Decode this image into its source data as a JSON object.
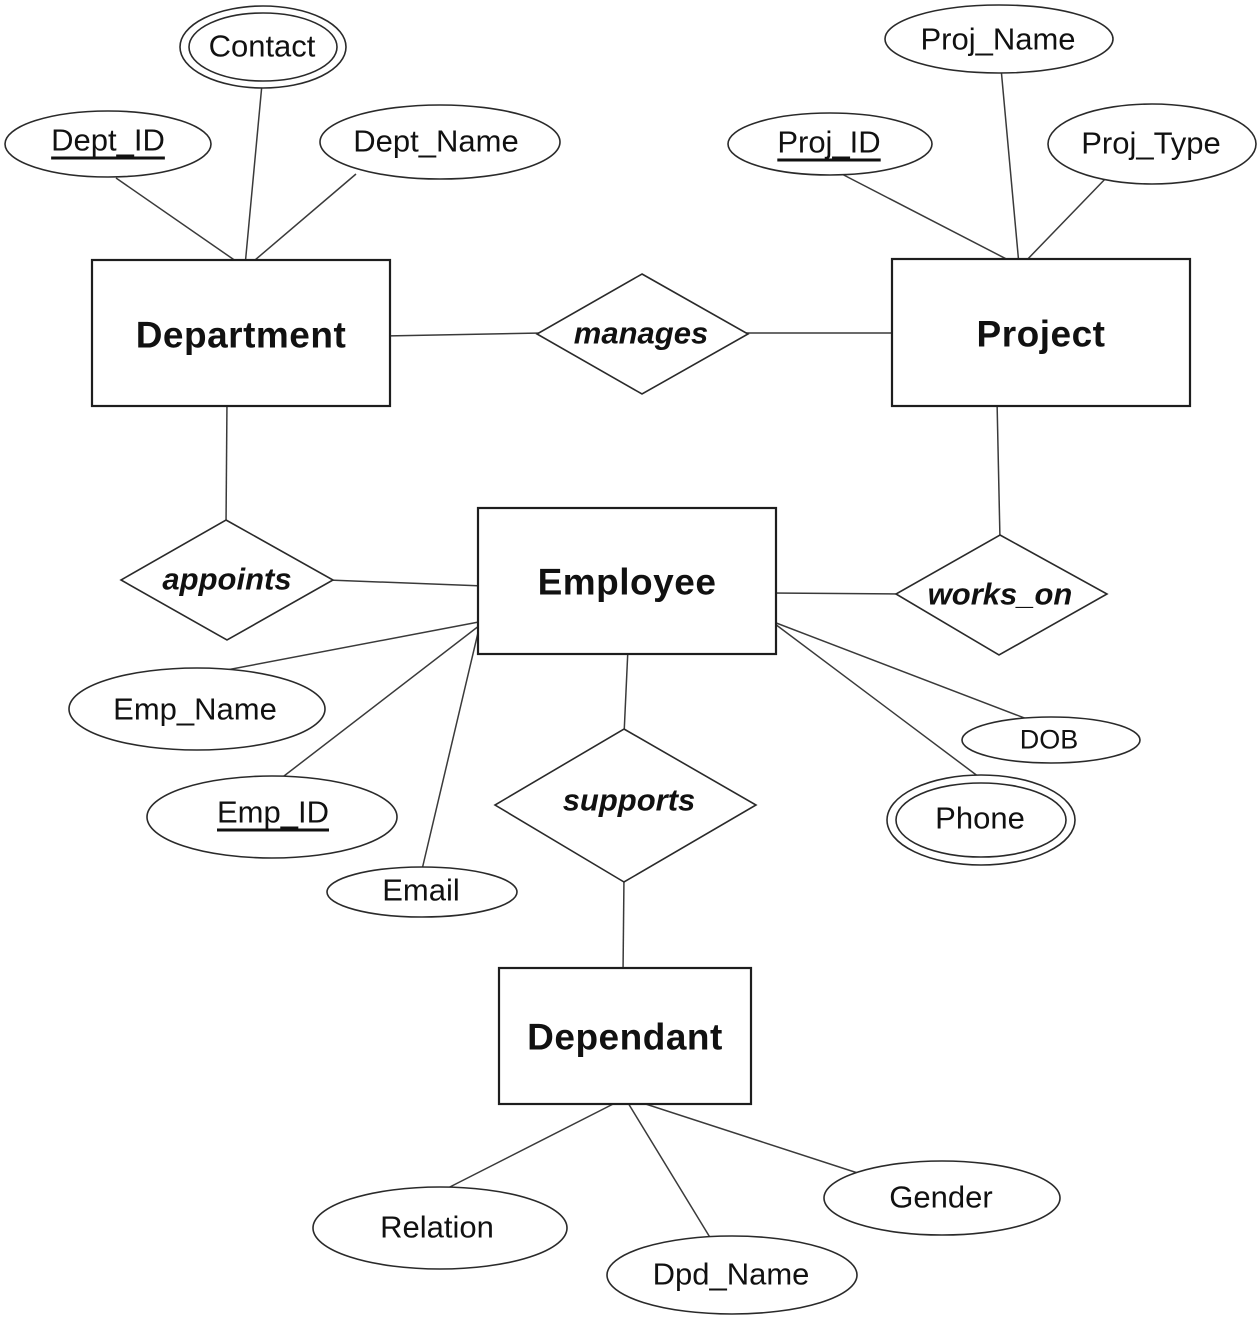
{
  "diagram": {
    "kind": "er-diagram",
    "colors": {
      "background": "#ffffff",
      "stroke": "#2a2a2a",
      "text": "#111111"
    },
    "entities": [
      {
        "id": "department",
        "label": "Department"
      },
      {
        "id": "project",
        "label": "Project"
      },
      {
        "id": "employee",
        "label": "Employee"
      },
      {
        "id": "dependant",
        "label": "Dependant"
      }
    ],
    "relationships": [
      {
        "id": "manages",
        "label": "manages",
        "connects": [
          "Department",
          "Project"
        ]
      },
      {
        "id": "appoints",
        "label": "appoints",
        "connects": [
          "Department",
          "Employee"
        ]
      },
      {
        "id": "works_on",
        "label": "works_on",
        "connects": [
          "Project",
          "Employee"
        ]
      },
      {
        "id": "supports",
        "label": "supports",
        "connects": [
          "Employee",
          "Dependant"
        ]
      }
    ],
    "attributes": [
      {
        "id": "dept_id",
        "label": "Dept_ID",
        "entity": "Department",
        "key": true,
        "multivalued": false
      },
      {
        "id": "contact",
        "label": "Contact",
        "entity": "Department",
        "key": false,
        "multivalued": true
      },
      {
        "id": "dept_name",
        "label": "Dept_Name",
        "entity": "Department",
        "key": false,
        "multivalued": false
      },
      {
        "id": "proj_id",
        "label": "Proj_ID",
        "entity": "Project",
        "key": true,
        "multivalued": false
      },
      {
        "id": "proj_name",
        "label": "Proj_Name",
        "entity": "Project",
        "key": false,
        "multivalued": false
      },
      {
        "id": "proj_type",
        "label": "Proj_Type",
        "entity": "Project",
        "key": false,
        "multivalued": false
      },
      {
        "id": "emp_name",
        "label": "Emp_Name",
        "entity": "Employee",
        "key": false,
        "multivalued": false
      },
      {
        "id": "emp_id",
        "label": "Emp_ID",
        "entity": "Employee",
        "key": true,
        "multivalued": false
      },
      {
        "id": "email",
        "label": "Email",
        "entity": "Employee",
        "key": false,
        "multivalued": false
      },
      {
        "id": "dob",
        "label": "DOB",
        "entity": "Employee",
        "key": false,
        "multivalued": false
      },
      {
        "id": "phone",
        "label": "Phone",
        "entity": "Employee",
        "key": false,
        "multivalued": true
      },
      {
        "id": "relation",
        "label": "Relation",
        "entity": "Dependant",
        "key": false,
        "multivalued": false
      },
      {
        "id": "dpd_name",
        "label": "Dpd_Name",
        "entity": "Dependant",
        "key": false,
        "multivalued": false
      },
      {
        "id": "gender",
        "label": "Gender",
        "entity": "Dependant",
        "key": false,
        "multivalued": false
      }
    ]
  }
}
